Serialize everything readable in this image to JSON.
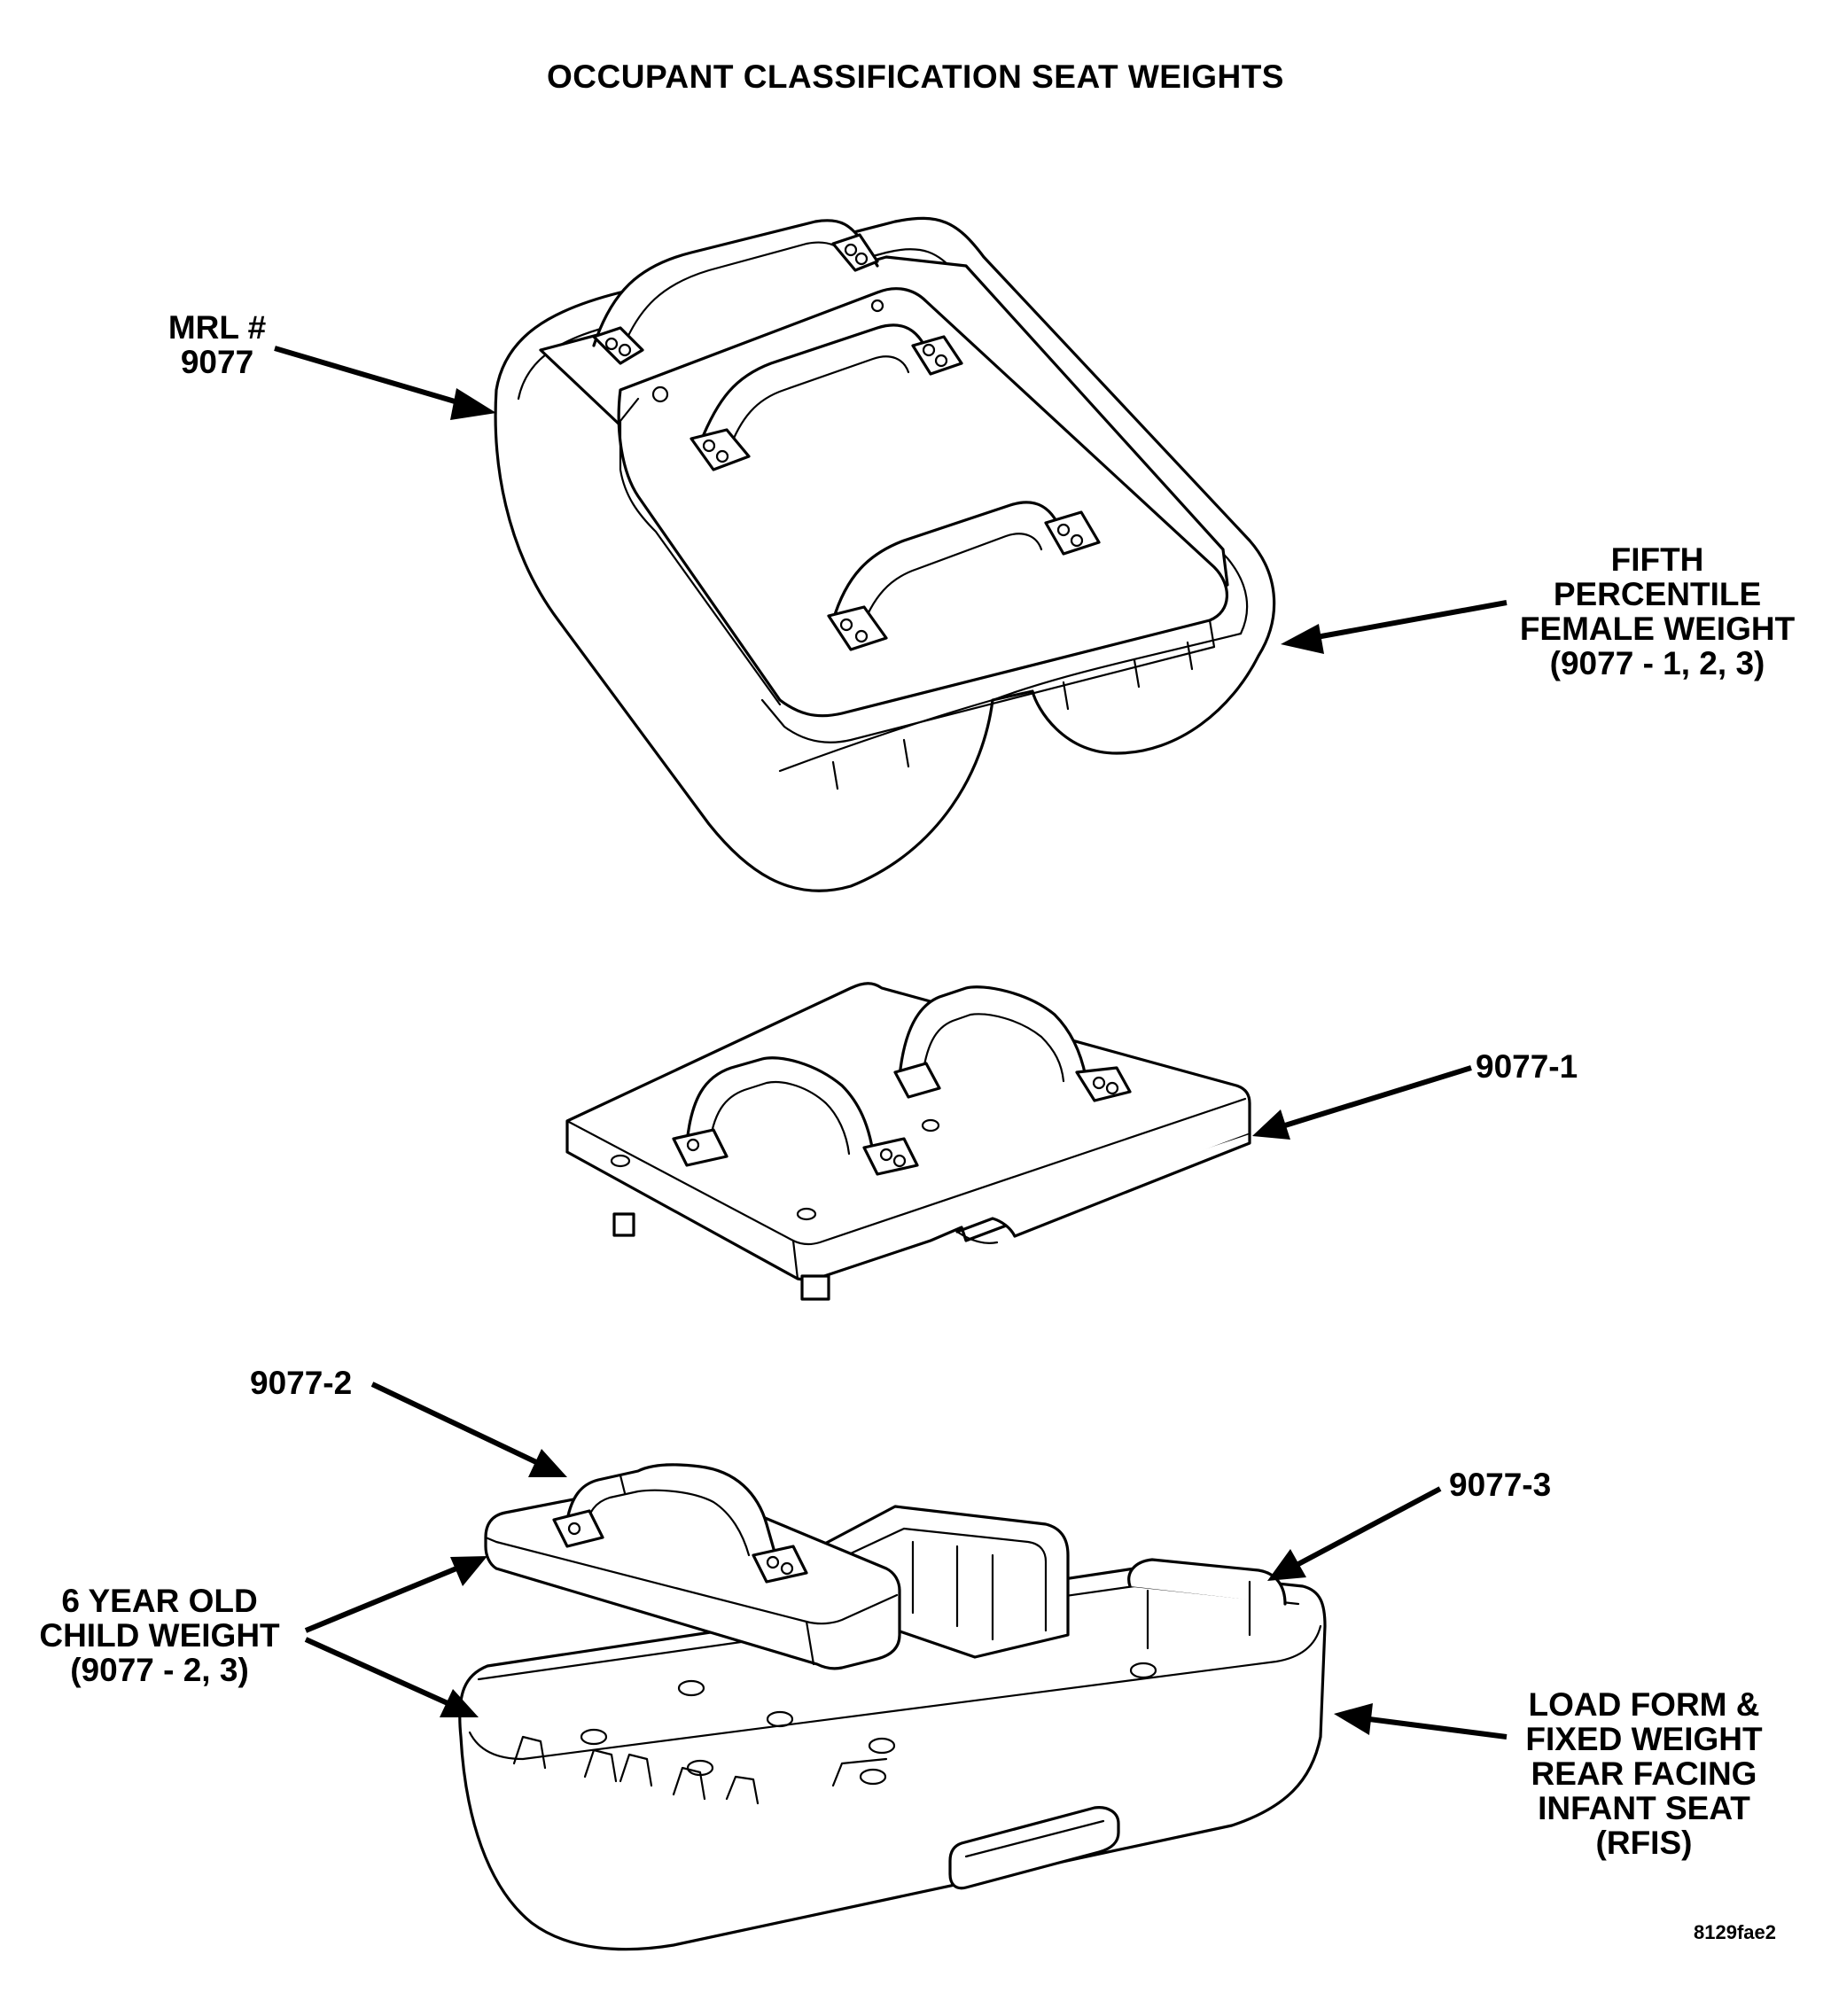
{
  "title": "OCCUPANT CLASSIFICATION SEAT WEIGHTS",
  "labels": {
    "mrl": [
      "MRL #",
      "9077"
    ],
    "fifth_percentile": [
      "FIFTH",
      "PERCENTILE",
      "FEMALE WEIGHT",
      "(9077 - 1, 2, 3)"
    ],
    "part_1": "9077-1",
    "part_2": "9077-2",
    "part_3": "9077-3",
    "child_weight": [
      "6 YEAR OLD",
      "CHILD WEIGHT",
      "(9077 - 2, 3)"
    ],
    "load_form": [
      "LOAD FORM &",
      "FIXED WEIGHT",
      "REAR FACING",
      "INFANT SEAT",
      "(RFIS)"
    ]
  },
  "figure_id": "8129fae2"
}
